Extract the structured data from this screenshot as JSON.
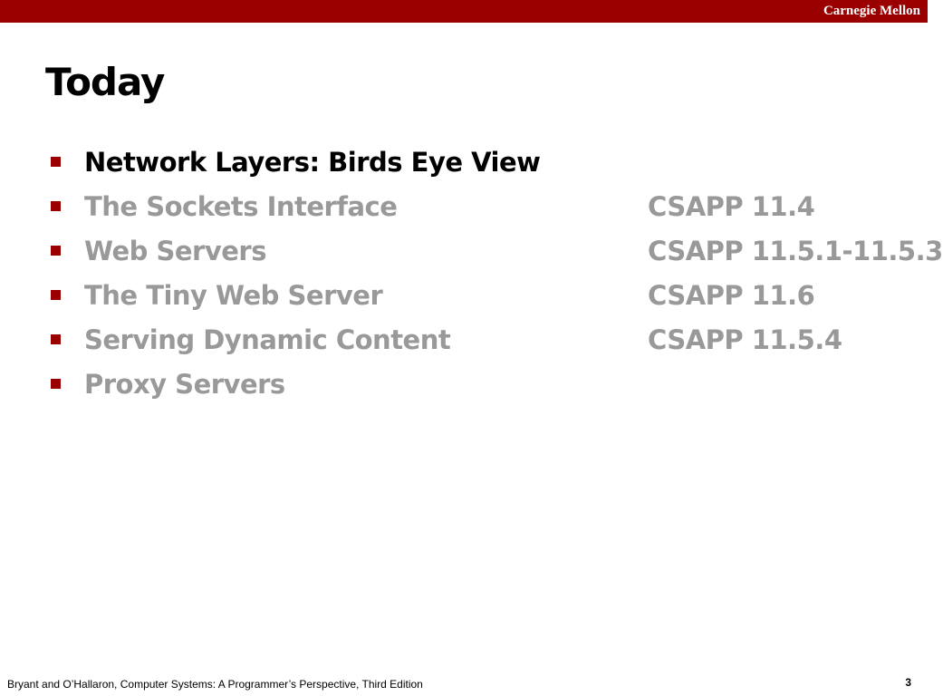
{
  "header": {
    "brand": "Carnegie Mellon",
    "bar_color": "#9a0000"
  },
  "slide": {
    "title": "Today",
    "items": [
      {
        "label": "Network Layers: Birds Eye View",
        "ref": "",
        "active": true
      },
      {
        "label": "The Sockets Interface",
        "ref": "CSAPP 11.4",
        "active": false
      },
      {
        "label": "Web Servers",
        "ref": "CSAPP 11.5.1-11.5.3",
        "active": false
      },
      {
        "label": "The Tiny Web Server",
        "ref": "CSAPP 11.6",
        "active": false
      },
      {
        "label": "Serving Dynamic Content",
        "ref": "CSAPP 11.5.4",
        "active": false
      },
      {
        "label": "Proxy Servers",
        "ref": "",
        "active": false
      }
    ]
  },
  "footer": {
    "citation": "Bryant and O’Hallaron, Computer Systems: A Programmer’s Perspective, Third Edition",
    "page_number": "3"
  }
}
